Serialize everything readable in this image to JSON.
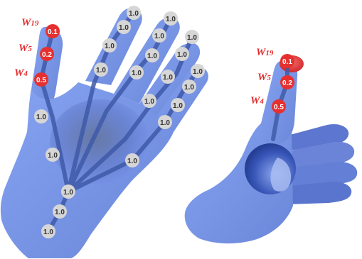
{
  "left_hand": {
    "labels": {
      "w19": {
        "base": "W",
        "sub": "19"
      },
      "w5": {
        "base": "W",
        "sub": "5"
      },
      "w4": {
        "base": "W",
        "sub": "4"
      }
    },
    "red_nodes": [
      "0.1",
      "0.2",
      "0.5"
    ],
    "gray_nodes": [
      "1.0",
      "1.0",
      "1.0",
      "1.0",
      "1.0",
      "1.0",
      "1.0",
      "1.0",
      "1.0",
      "1.0",
      "1.0",
      "1.0",
      "1.0",
      "1.0",
      "1.0",
      "1.0",
      "1.0",
      "1.0",
      "1.0",
      "1.0"
    ]
  },
  "right_hand": {
    "labels": {
      "w19": {
        "base": "W",
        "sub": "19"
      },
      "w5": {
        "base": "W",
        "sub": "5"
      },
      "w4": {
        "base": "W",
        "sub": "4"
      }
    },
    "red_nodes": [
      "0.1",
      "0.2",
      "0.5"
    ]
  },
  "colors": {
    "hand_fill": "#6f8fe6",
    "hand_dark": "#4a63b8",
    "bone": "#3f5aa8",
    "node_gray": "#d6d6d6",
    "node_red": "#e6302f",
    "label_red": "#e32d2d"
  }
}
